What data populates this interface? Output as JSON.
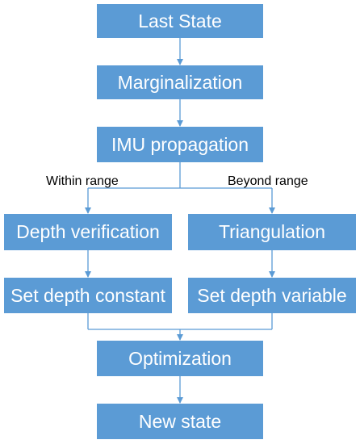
{
  "diagram": {
    "nodes": {
      "last_state": "Last State",
      "marginalization": "Marginalization",
      "imu_propagation": "IMU propagation",
      "depth_verification": "Depth verification",
      "triangulation": "Triangulation",
      "set_depth_constant": "Set depth constant",
      "set_depth_variable": "Set depth variable",
      "optimization": "Optimization",
      "new_state": "New state"
    },
    "branch_labels": {
      "left": "Within range",
      "right": "Beyond range"
    },
    "colors": {
      "box_fill": "#5b9bd5",
      "box_text": "#ffffff",
      "connector": "#5b9bd5"
    }
  }
}
